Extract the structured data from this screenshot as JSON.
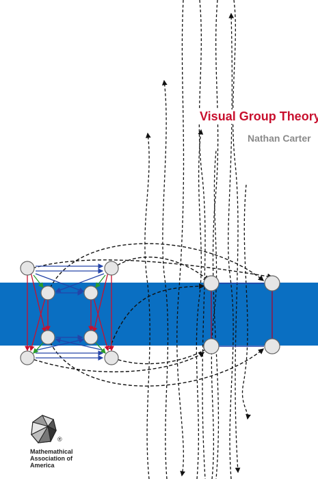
{
  "cover": {
    "title": "Visual Group Theory",
    "author": "Nathan Carter",
    "publisher_lines": [
      "Mathemathical",
      "Association of",
      "America"
    ],
    "logo_mark": "®"
  },
  "colors": {
    "band": "#0a6fc2",
    "title": "#c8102e",
    "author": "#8a8a8a",
    "node_fill": "#e6e6e6",
    "arrow_red": "#c8102e",
    "arrow_blue": "#2444a8",
    "arrow_green": "#2a9d2a",
    "dashed": "#111111"
  }
}
